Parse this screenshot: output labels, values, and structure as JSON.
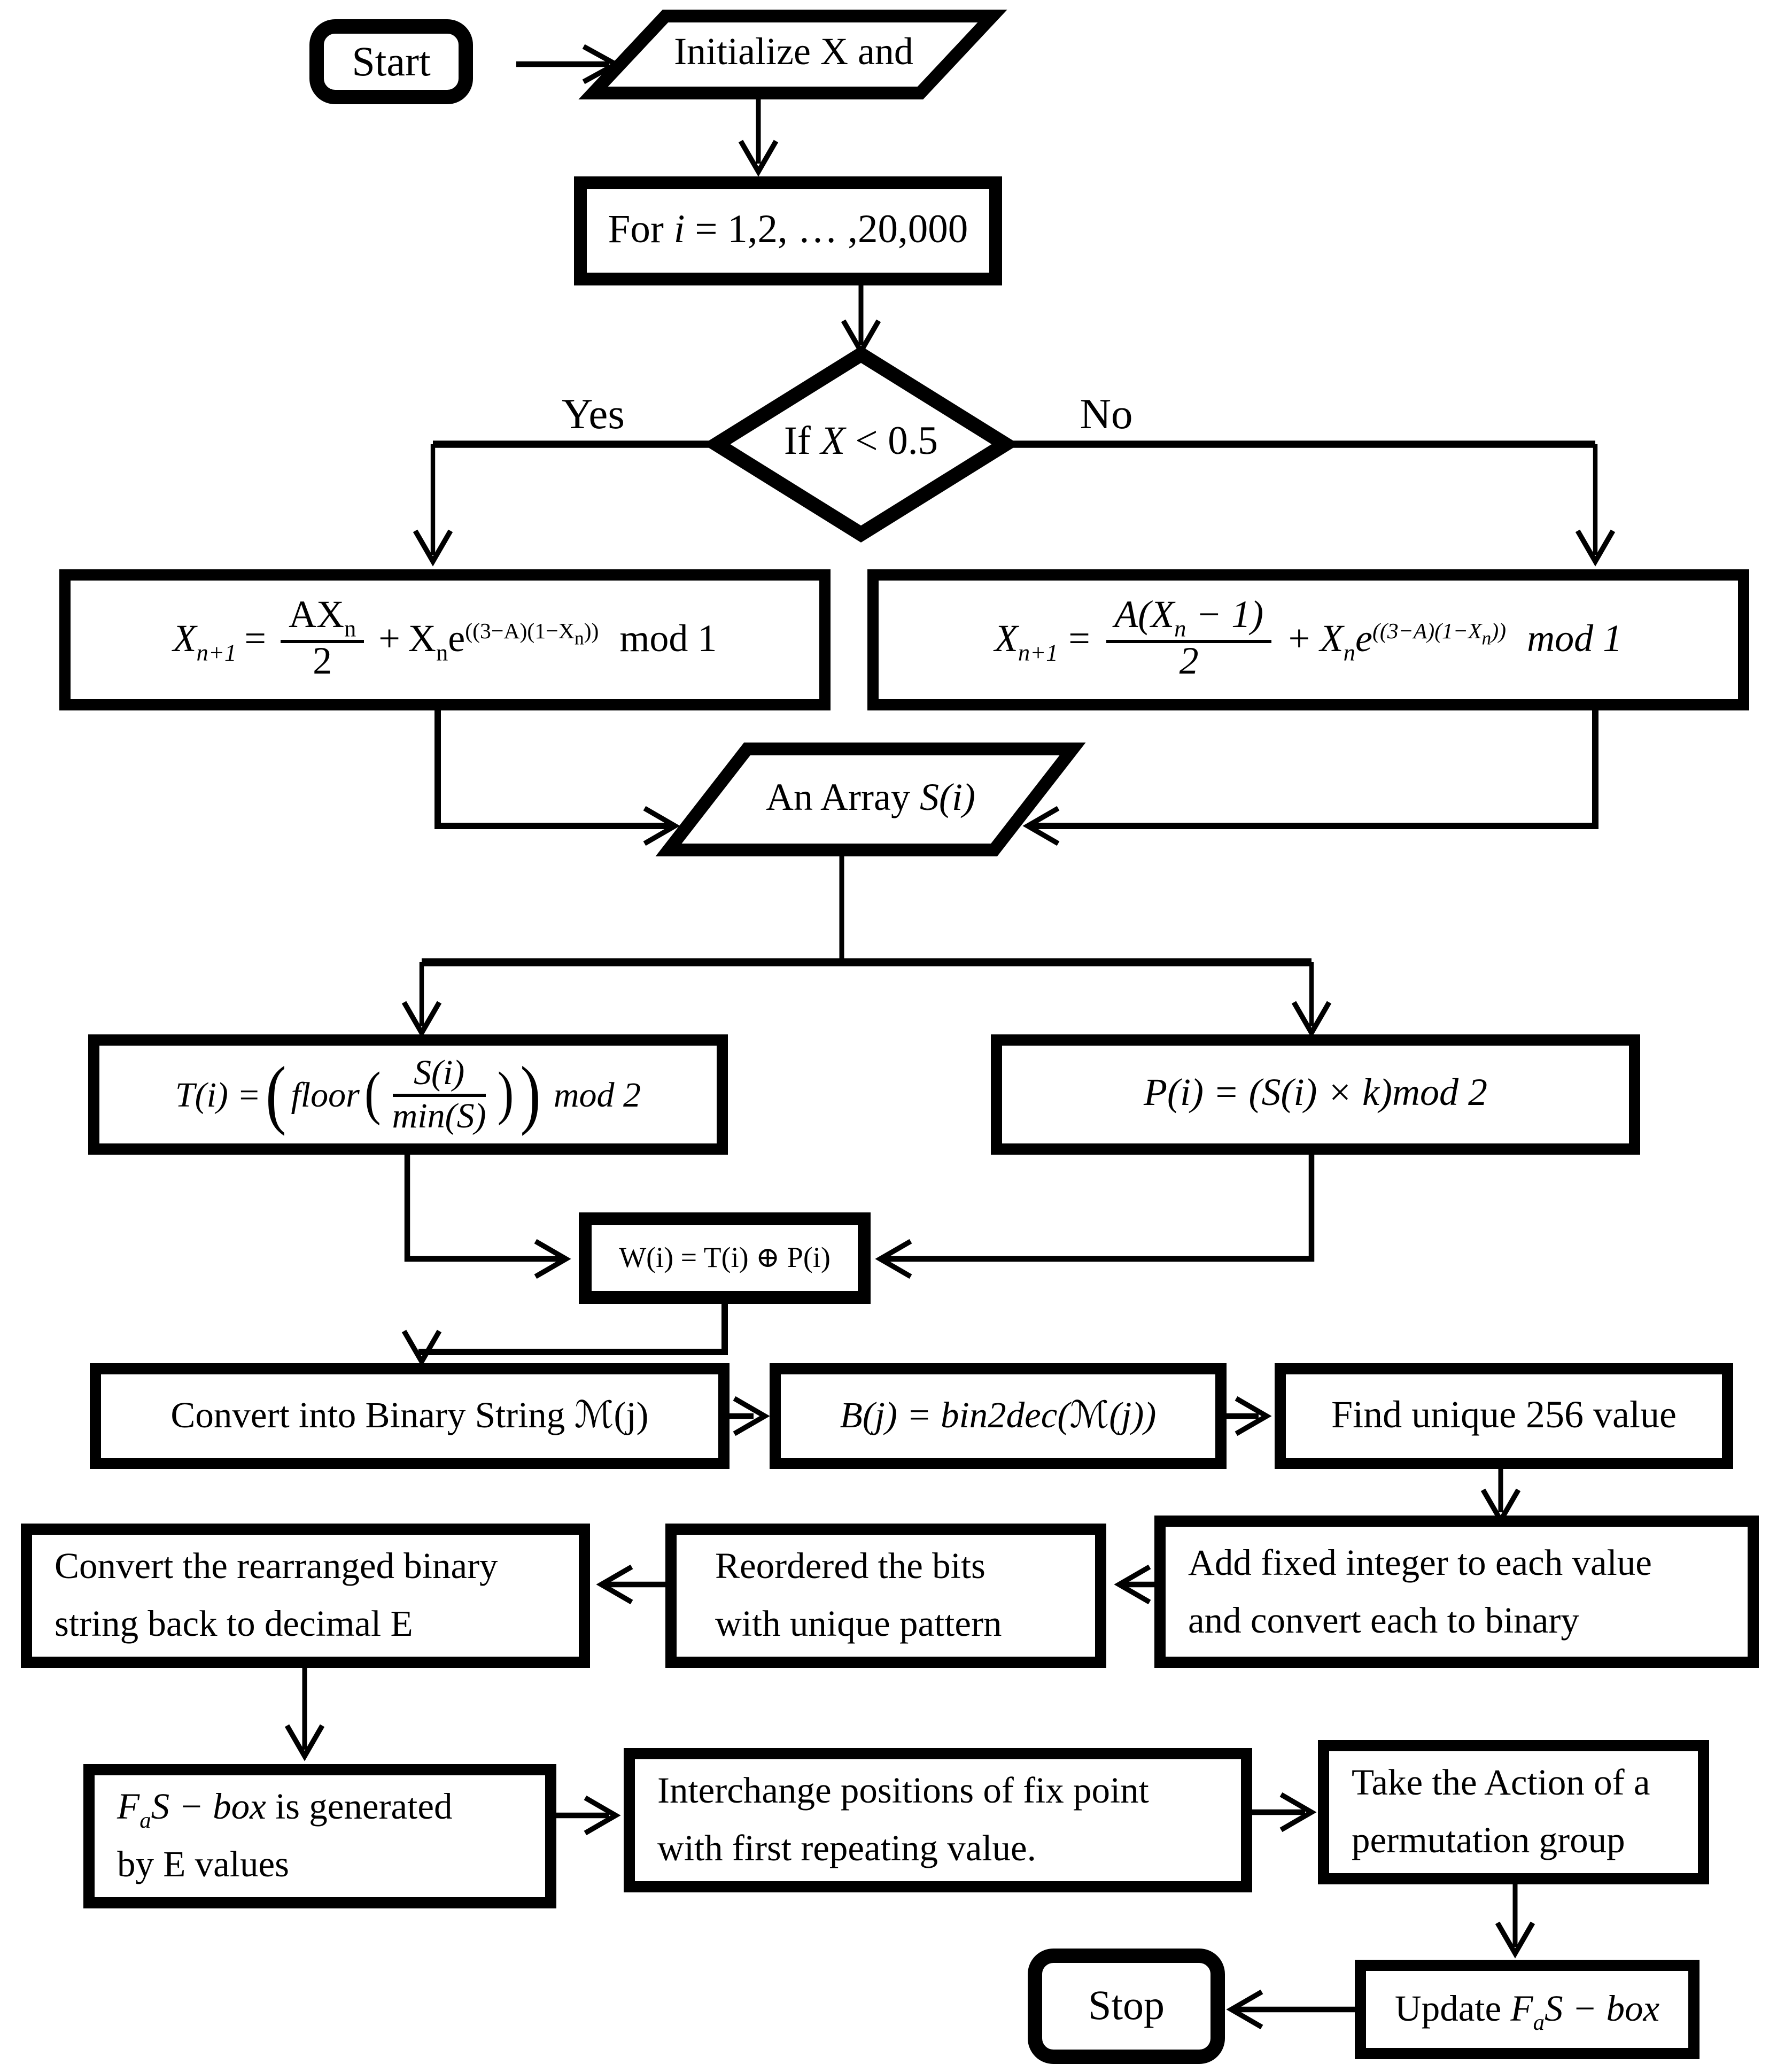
{
  "palette": {
    "ink": "#000000",
    "paper": "#ffffff"
  },
  "nodes": {
    "start": {
      "label": "Start"
    },
    "initialize": {
      "label": "Initialize X and"
    },
    "for_loop": {
      "pre": "For ",
      "var": "i",
      "post": " = 1,2, … ,20,000"
    },
    "decision": {
      "pre": "If ",
      "var": "X",
      "post": " < 0.5"
    },
    "branch_yes": "Yes",
    "branch_no": "No",
    "formula_left": {
      "x": "X",
      "xsub": "n+1",
      "eq": "=",
      "num": "AX",
      "numsub": "n",
      "den": "2",
      "plus": "+",
      "x2": "X",
      "x2sub": "n",
      "e": "e",
      "exp_open": "((3−A)(1−X",
      "exp_sub": "n",
      "exp_close": "))",
      "mod": "mod 1"
    },
    "formula_right": {
      "x": "X",
      "xsub": "n+1",
      "eq": "=",
      "num_a": "A(X",
      "num_sub": "n",
      "num_b": " − 1)",
      "den": "2",
      "plus": "+",
      "x2": "X",
      "x2sub": "n",
      "e": "e",
      "exp_open": "((3−A)(1−X",
      "exp_sub": "n",
      "exp_close": "))",
      "mod": "mod 1"
    },
    "array": {
      "pre": "An Array ",
      "var": "S(i)"
    },
    "t_formula": {
      "lhs": "T(i) = ",
      "open_outer": "(",
      "floor": "floor",
      "open_inner": "(",
      "num": "S(i)",
      "den": "min(S)",
      "close_inner": ")",
      "close_outer": ")",
      "mod": "mod 2"
    },
    "p_formula": {
      "label": "P(i) = (S(i) × k)mod 2"
    },
    "w_formula": {
      "label": "W(i) = T(i) ⊕ P(i)"
    },
    "convert_binary": {
      "pre": "Convert into Binary String ",
      "m": "ℳ",
      "post": "(j)"
    },
    "bin2dec": {
      "label": "B(j) = bin2dec(ℳ(j))"
    },
    "find_unique": {
      "label": "Find unique 256 value"
    },
    "add_fixed": {
      "line1": "Add fixed integer to each value",
      "line2": "and convert each to binary"
    },
    "reordered": {
      "line1": "Reordered the bits",
      "line2": "with unique pattern"
    },
    "convert_rearranged": {
      "line1": "Convert the rearranged binary",
      "line2": "string back to decimal E"
    },
    "fas_box": {
      "f": "F",
      "fsub": "a",
      "sbox": "S − box",
      "rest": " is generated",
      "line2": "by E values"
    },
    "interchange": {
      "line1": "Interchange positions of fix point",
      "line2": "with first repeating value."
    },
    "take_action": {
      "line1": "Take the Action of a",
      "line2": "permutation group"
    },
    "update": {
      "pre": "Update ",
      "f": "F",
      "fsub": "a",
      "sbox": "S − box"
    },
    "stop": {
      "label": "Stop"
    }
  }
}
